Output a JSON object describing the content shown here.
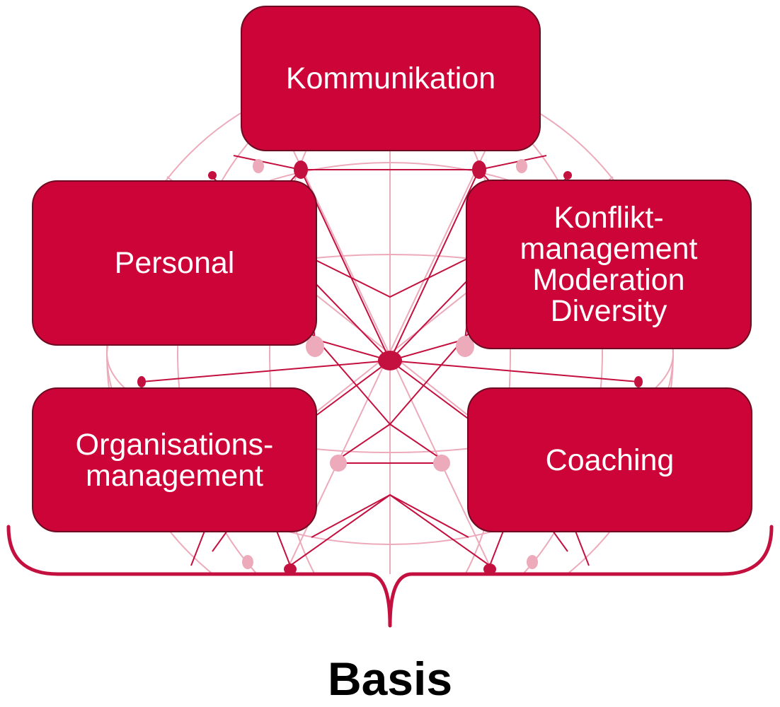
{
  "colors": {
    "box_fill": "#cc0437",
    "box_border": "#6e0b22",
    "network_dark": "#c4103e",
    "network_light": "#ecaabb",
    "brace": "#c4103e",
    "label": "#000000"
  },
  "boxes": {
    "kommunikation": "Kommunikation",
    "personal": "Personal",
    "konflikt": "Konflikt-\nmanagement\nModeration\nDiversity",
    "organisation": "Organisations-\nmanagement",
    "coaching": "Coaching"
  },
  "basis": "Basis",
  "icons": {
    "background": "network-sphere-icon",
    "brace": "curly-brace-icon"
  }
}
